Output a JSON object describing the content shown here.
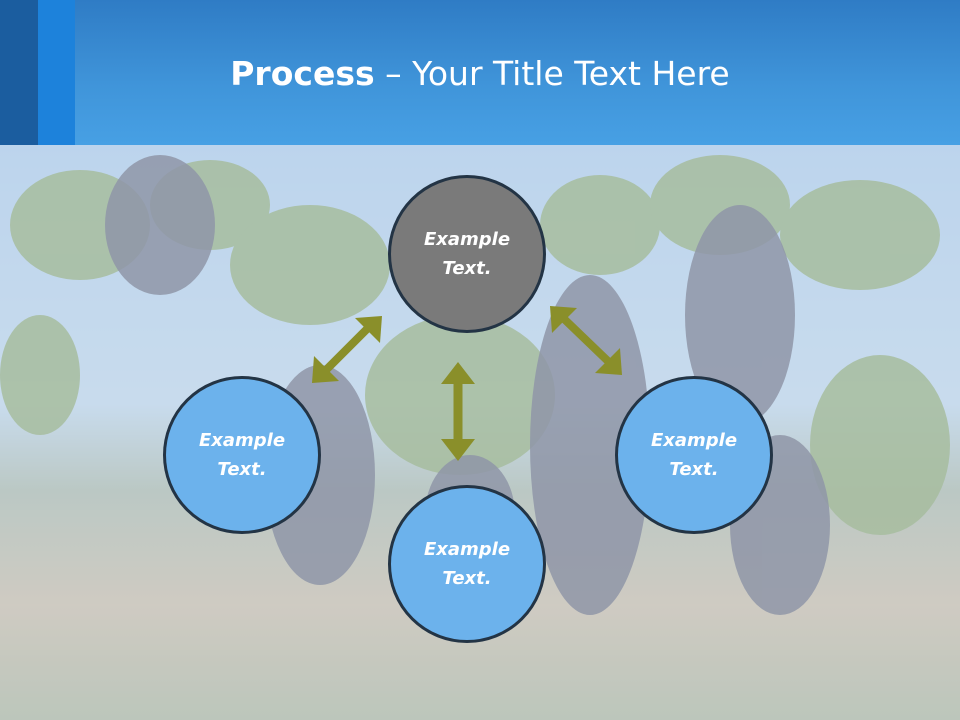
{
  "title": {
    "bold": "Process",
    "rest": " – Your Title Text Here"
  },
  "nodes": {
    "top": {
      "line1": "Example",
      "line2": "Text."
    },
    "left": {
      "line1": "Example",
      "line2": "Text."
    },
    "right": {
      "line1": "Example",
      "line2": "Text."
    },
    "bottom": {
      "line1": "Example",
      "line2": "Text."
    }
  },
  "colors": {
    "header": "#4095da",
    "node_blue": "#6cb2ec",
    "node_gray": "#7a7a7a",
    "arrow": "#8a8f2a"
  }
}
